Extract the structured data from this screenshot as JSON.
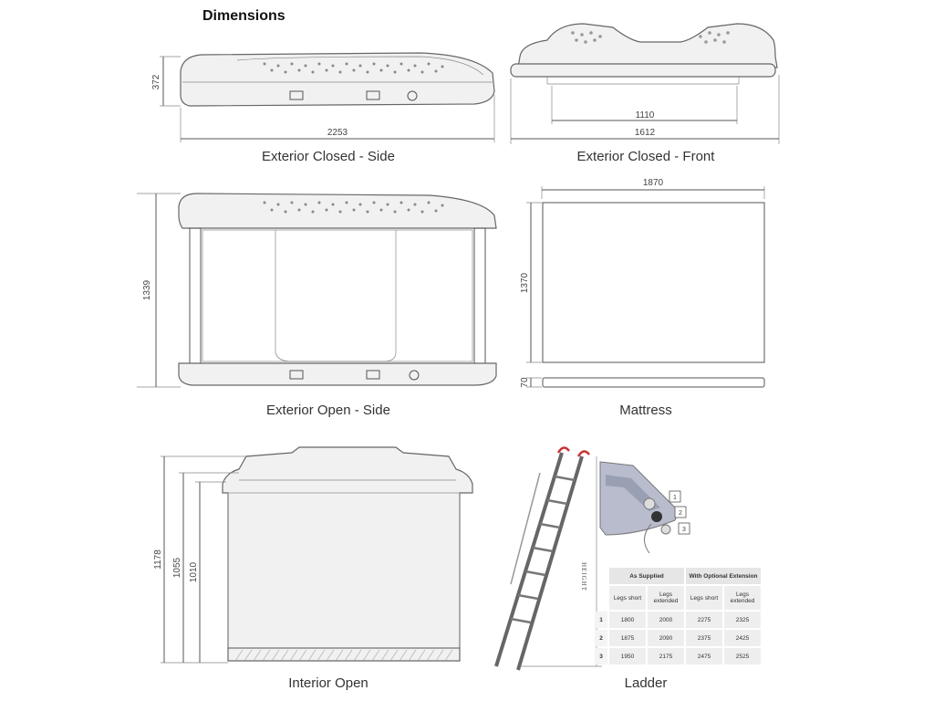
{
  "page_title": "Dimensions",
  "views": {
    "exterior_closed_side": {
      "caption": "Exterior Closed - Side",
      "height": "372",
      "length": "2253"
    },
    "exterior_closed_front": {
      "caption": "Exterior Closed - Front",
      "inner_width": "1110",
      "outer_width": "1612"
    },
    "exterior_open_side": {
      "caption": "Exterior Open - Side",
      "height": "1339"
    },
    "mattress": {
      "caption": "Mattress",
      "length": "1870",
      "width": "1370",
      "thickness": "70"
    },
    "interior_open": {
      "caption": "Interior Open",
      "height_outer": "1178",
      "height_mid": "1055",
      "height_inner": "1010"
    },
    "ladder": {
      "caption": "Ladder",
      "height_label": "HEIGHT",
      "callouts": [
        "1",
        "2",
        "3"
      ],
      "table": {
        "group_headers": [
          "As Supplied",
          "With Optional Extension"
        ],
        "column_headers": [
          "Legs short",
          "Legs extended",
          "Legs short",
          "Legs extended"
        ],
        "rows": [
          {
            "id": "1",
            "values": [
              "1800",
              "2000",
              "2275",
              "2325"
            ]
          },
          {
            "id": "2",
            "values": [
              "1875",
              "2090",
              "2375",
              "2425"
            ]
          },
          {
            "id": "3",
            "values": [
              "1950",
              "2175",
              "2475",
              "2525"
            ]
          }
        ]
      }
    }
  }
}
